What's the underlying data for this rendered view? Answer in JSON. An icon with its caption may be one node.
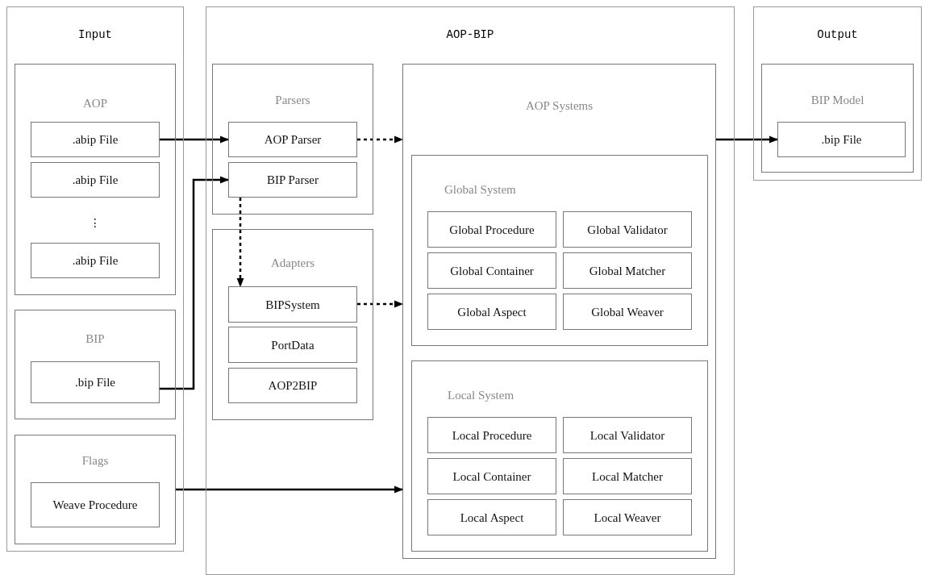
{
  "diagram": {
    "nodes": [
      {
        "text": [
          "Input"
        ]
      },
      {
        "text": [
          "AOP"
        ],
        "in": 0
      },
      {
        "text": [
          ".abip File"
        ],
        "in": 1
      },
      {
        "text": [
          ".abip File"
        ],
        "in": 1
      },
      {
        "text": [
          ".abip File"
        ],
        "in": 1
      },
      {
        "text": [
          "BIP"
        ],
        "in": 0
      },
      {
        "text": [
          ".bip File"
        ],
        "in": 5
      },
      {
        "text": [
          "Flags"
        ],
        "in": 0
      },
      {
        "text": [
          "Weave Procedure"
        ],
        "in": 7
      },
      {
        "text": [
          "AOP-BIP"
        ]
      },
      {
        "text": [
          "Parsers"
        ],
        "in": 9
      },
      {
        "text": [
          "AOP Parser"
        ],
        "in": 10
      },
      {
        "text": [
          "BIP Parser"
        ],
        "in": 10
      },
      {
        "text": [
          "Adapters"
        ],
        "in": 9
      },
      {
        "text": [
          "BIPSystem"
        ],
        "in": 13
      },
      {
        "text": [
          "PortData"
        ],
        "in": 13
      },
      {
        "text": [
          "AOP2BIP"
        ],
        "in": 13
      },
      {
        "text": [
          "AOP Systems"
        ],
        "in": 9
      },
      {
        "text": [
          "Global System"
        ],
        "in": 17
      },
      {
        "text": [
          "Global Procedure"
        ],
        "in": 18
      },
      {
        "text": [
          "Global Validator"
        ],
        "in": 18
      },
      {
        "text": [
          "Global Container"
        ],
        "in": 18
      },
      {
        "text": [
          "Global Matcher"
        ],
        "in": 18
      },
      {
        "text": [
          "Global Aspect"
        ],
        "in": 18
      },
      {
        "text": [
          "Global Weaver"
        ],
        "in": 18
      },
      {
        "text": [
          "Local System"
        ],
        "in": 17
      },
      {
        "text": [
          "Local Procedure"
        ],
        "in": 25
      },
      {
        "text": [
          "Local Validator"
        ],
        "in": 25
      },
      {
        "text": [
          "Local Container"
        ],
        "in": 25
      },
      {
        "text": [
          "Local Matcher"
        ],
        "in": 25
      },
      {
        "text": [
          "Local Aspect"
        ],
        "in": 25
      },
      {
        "text": [
          "Local Weaver"
        ],
        "in": 25
      },
      {
        "text": [
          "Output"
        ]
      },
      {
        "text": [
          "BIP Model"
        ],
        "in": 32
      },
      {
        "text": [
          ".bip File"
        ],
        "in": 33
      }
    ],
    "edges": [
      {
        "from": 2,
        "to": 11,
        "arrow": "to"
      },
      {
        "from": 6,
        "to": 12,
        "arrow": "to"
      },
      {
        "from": 11,
        "to": 17,
        "arrow": "to",
        "style": "dashed"
      },
      {
        "from": 12,
        "to": 14,
        "arrow": "to",
        "style": "dashed"
      },
      {
        "from": 14,
        "to": 17,
        "arrow": "to",
        "style": "dashed"
      },
      {
        "from": 7,
        "to": 17,
        "arrow": "to"
      },
      {
        "from": 17,
        "to": 34,
        "arrow": "to"
      }
    ],
    "labels": [
      "⋮"
    ]
  }
}
